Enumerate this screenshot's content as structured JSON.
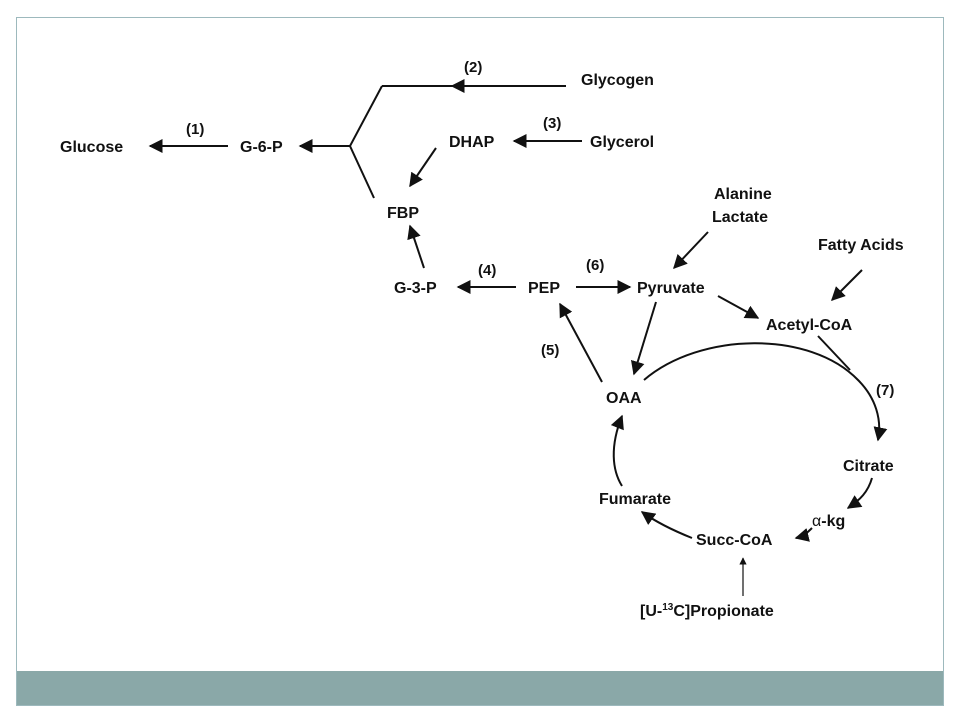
{
  "diagram": {
    "nodes": {
      "glucose": "Glucose",
      "g6p": "G-6-P",
      "glycogen": "Glycogen",
      "dhap": "DHAP",
      "glycerol": "Glycerol",
      "fbp": "FBP",
      "alanine": "Alanine",
      "lactate": "Lactate",
      "fatty_acids": "Fatty Acids",
      "g3p": "G-3-P",
      "pep": "PEP",
      "pyruvate": "Pyruvate",
      "acetyl_coa": "Acetyl-CoA",
      "oaa": "OAA",
      "citrate": "Citrate",
      "akg_alpha": "α",
      "akg_suffix": "-kg",
      "fumarate": "Fumarate",
      "succ_coa": "Succ-CoA",
      "propionate_prefix": "[U-",
      "propionate_sup": "13",
      "propionate_suffix": "C]Propionate"
    },
    "steps": {
      "s1": "(1)",
      "s2": "(2)",
      "s3": "(3)",
      "s4": "(4)",
      "s5": "(5)",
      "s6": "(6)",
      "s7": "(7)"
    }
  },
  "colors": {
    "footer_bar": "#8aa8a8",
    "frame_border": "#9db9bd",
    "ink": "#111111"
  }
}
